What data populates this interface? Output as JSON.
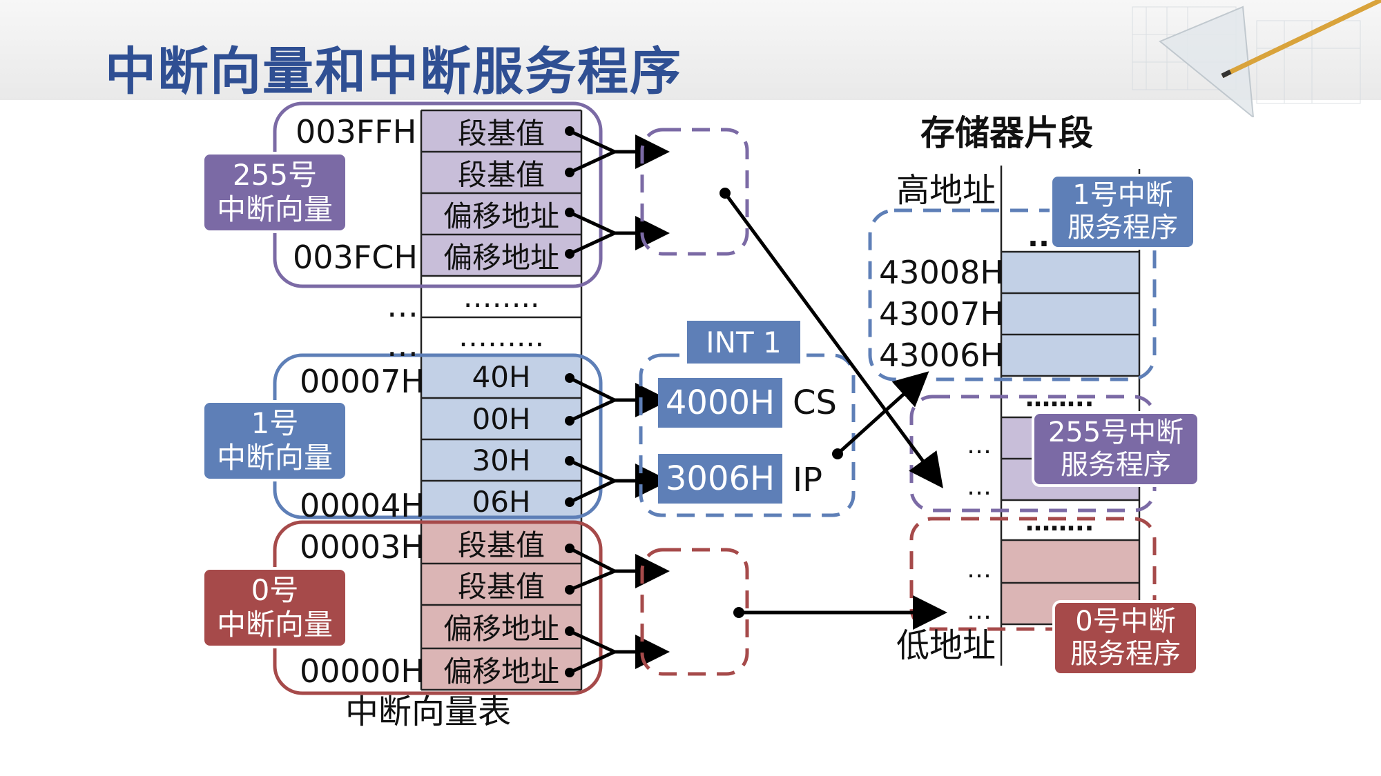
{
  "title": "中断向量和中断服务程序",
  "colors": {
    "purple_fill": "#c8bed9",
    "purple_border": "#7b6aa5",
    "blue_fill": "#c2d0e6",
    "blue_border": "#5e7fb7",
    "red_fill": "#dbb5b5",
    "red_border": "#a64a4a",
    "title": "#2f4f93"
  },
  "vector_table": {
    "caption": "中断向量表",
    "v255": {
      "tag": [
        "255号",
        "中断向量"
      ],
      "addr_top": "003FFH",
      "addr_bottom": "003FCH",
      "cells": [
        "段基值",
        "段基值",
        "偏移地址",
        "偏移地址"
      ]
    },
    "gap": {
      "addr": [
        "…",
        "…"
      ],
      "cells": [
        "……..",
        "……..."
      ]
    },
    "v1": {
      "tag": [
        "1号",
        "中断向量"
      ],
      "addr_top": "00007H",
      "addr_bottom": "00004H",
      "cells": [
        "40H",
        "00H",
        "30H",
        "06H"
      ]
    },
    "v0": {
      "tag": [
        "0号",
        "中断向量"
      ],
      "addr_top": "00003H",
      "addr_bottom": "00000H",
      "cells": [
        "段基值",
        "段基值",
        "偏移地址",
        "偏移地址"
      ]
    }
  },
  "int_box": {
    "label": "INT 1",
    "cs_value": "4000H",
    "cs_name": "CS",
    "ip_value": "3006H",
    "ip_name": "IP"
  },
  "memory": {
    "title": "存储器片段",
    "high_label": "高地址",
    "low_label": "低地址",
    "addresses": [
      "43008H",
      "43007H",
      "43006H"
    ],
    "isr1_tag": [
      "1号中断",
      "服务程序"
    ],
    "isr255_tag": [
      "255号中断",
      "服务程序"
    ],
    "isr0_tag": [
      "0号中断",
      "服务程序"
    ],
    "dots_short": "..",
    "dots_long": "……..",
    "ellipsis": "…"
  }
}
